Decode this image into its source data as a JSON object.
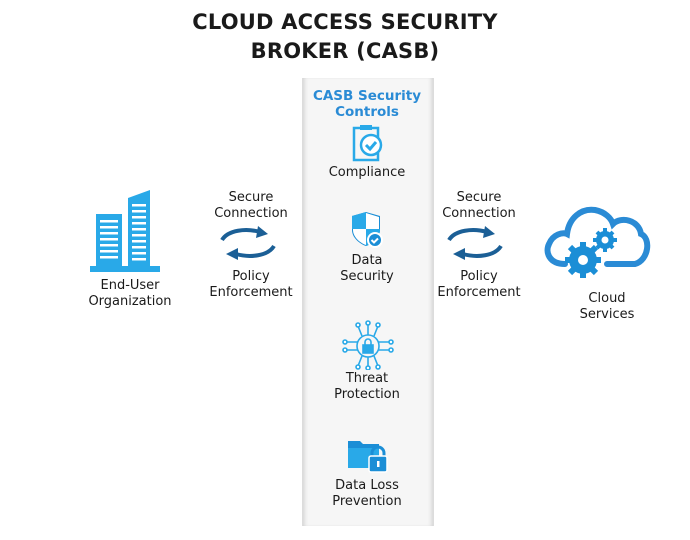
{
  "title": {
    "line1": "CLOUD ACCESS SECURITY",
    "line2": "BROKER (CASB)"
  },
  "panel": {
    "title_line1": "CASB Security",
    "title_line2": "Controls",
    "controls": [
      {
        "line1": "Compliance",
        "line2": "",
        "icon": "clipboard-check-icon"
      },
      {
        "line1": "Data",
        "line2": "Security",
        "icon": "shield-check-icon"
      },
      {
        "line1": "Threat",
        "line2": "Protection",
        "icon": "circuit-lock-icon"
      },
      {
        "line1": "Data Loss",
        "line2": "Prevention",
        "icon": "folder-lock-icon"
      }
    ]
  },
  "left": {
    "line1": "End-User",
    "line2": "Organization"
  },
  "right": {
    "line1": "Cloud",
    "line2": "Services"
  },
  "connector": {
    "top1": "Secure",
    "top2": "Connection",
    "bottom1": "Policy",
    "bottom2": "Enforcement"
  },
  "colors": {
    "accent": "#2a8bd5",
    "light": "#29a9e8",
    "dark": "#1b5f96"
  }
}
